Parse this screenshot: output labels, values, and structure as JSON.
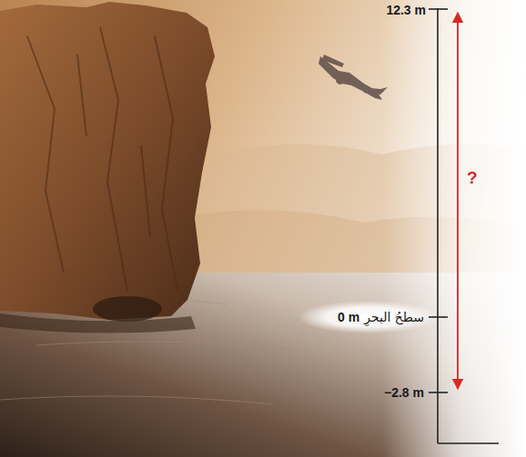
{
  "diagram": {
    "labels": [
      "12.3 m",
      "?",
      "0 m",
      "سطحُ البحرِ",
      "−2.8 m"
    ]
  }
}
